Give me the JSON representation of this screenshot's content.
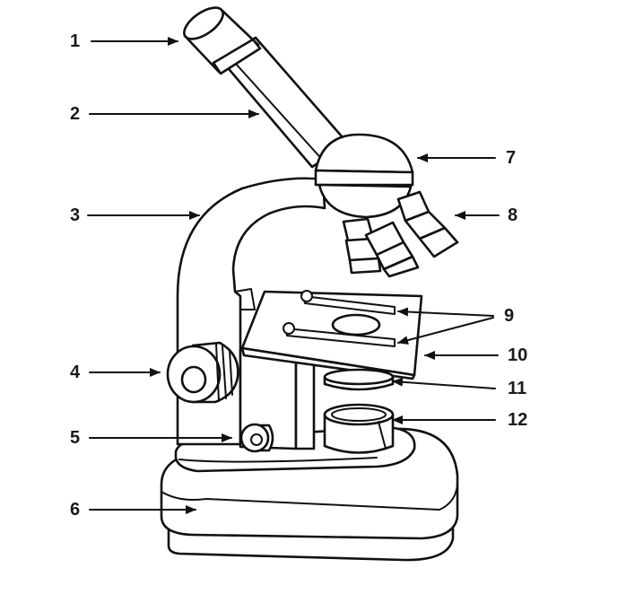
{
  "diagram": {
    "subject": "compound light microscope",
    "labels": [
      {
        "id": "1",
        "text": "1",
        "points_to": "eyepiece"
      },
      {
        "id": "2",
        "text": "2",
        "points_to": "body-tube"
      },
      {
        "id": "3",
        "text": "3",
        "points_to": "arm"
      },
      {
        "id": "4",
        "text": "4",
        "points_to": "coarse-focus-knob"
      },
      {
        "id": "5",
        "text": "5",
        "points_to": "fine-focus-knob"
      },
      {
        "id": "6",
        "text": "6",
        "points_to": "base"
      },
      {
        "id": "7",
        "text": "7",
        "points_to": "revolving-nosepiece"
      },
      {
        "id": "8",
        "text": "8",
        "points_to": "objective-lenses"
      },
      {
        "id": "9",
        "text": "9",
        "points_to": "stage-clips"
      },
      {
        "id": "10",
        "text": "10",
        "points_to": "stage"
      },
      {
        "id": "11",
        "text": "11",
        "points_to": "diaphragm"
      },
      {
        "id": "12",
        "text": "12",
        "points_to": "light-source"
      }
    ]
  }
}
